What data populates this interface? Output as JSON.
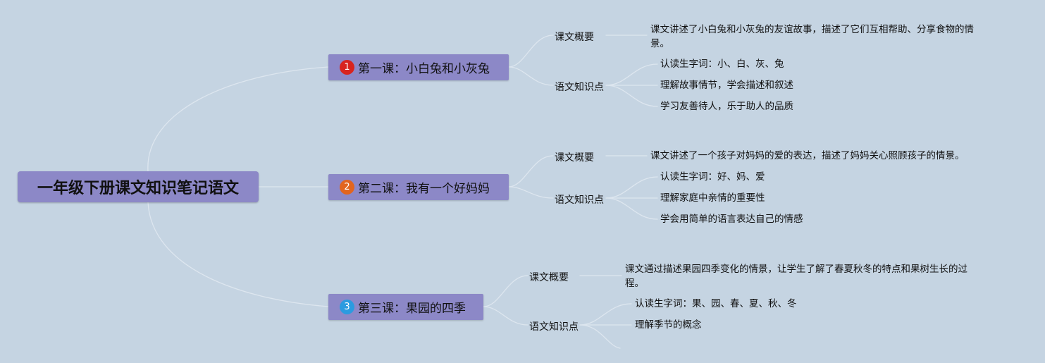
{
  "colors": {
    "background": "#c5d4e2",
    "node_fill": "#8c88c7",
    "badge_1": "#d8231f",
    "badge_2": "#e2651f",
    "badge_3": "#2b9be0",
    "link": "#dde6ef"
  },
  "root": {
    "title": "一年级下册课文知识笔记语文"
  },
  "lessons": [
    {
      "number": "1",
      "title": "第一课：小白兔和小灰兔",
      "summary_label": "课文概要",
      "summary": "课文讲述了小白兔和小灰兔的友谊故事，描述了它们互相帮助、分享食物的情景。",
      "points_label": "语文知识点",
      "points": [
        "认读生字词：小、白、灰、兔",
        "理解故事情节，学会描述和叙述",
        "学习友善待人，乐于助人的品质"
      ]
    },
    {
      "number": "2",
      "title": "第二课：我有一个好妈妈",
      "summary_label": "课文概要",
      "summary": "课文讲述了一个孩子对妈妈的爱的表达，描述了妈妈关心照顾孩子的情景。",
      "points_label": "语文知识点",
      "points": [
        "认读生字词：好、妈、爱",
        "理解家庭中亲情的重要性",
        "学会用简单的语言表达自己的情感"
      ]
    },
    {
      "number": "3",
      "title": "第三课：果园的四季",
      "summary_label": "课文概要",
      "summary": "课文通过描述果园四季变化的情景，让学生了解了春夏秋冬的特点和果树生长的过程。",
      "points_label": "语文知识点",
      "points": [
        "认读生字词：果、园、春、夏、秋、冬",
        "理解季节的概念"
      ]
    }
  ]
}
